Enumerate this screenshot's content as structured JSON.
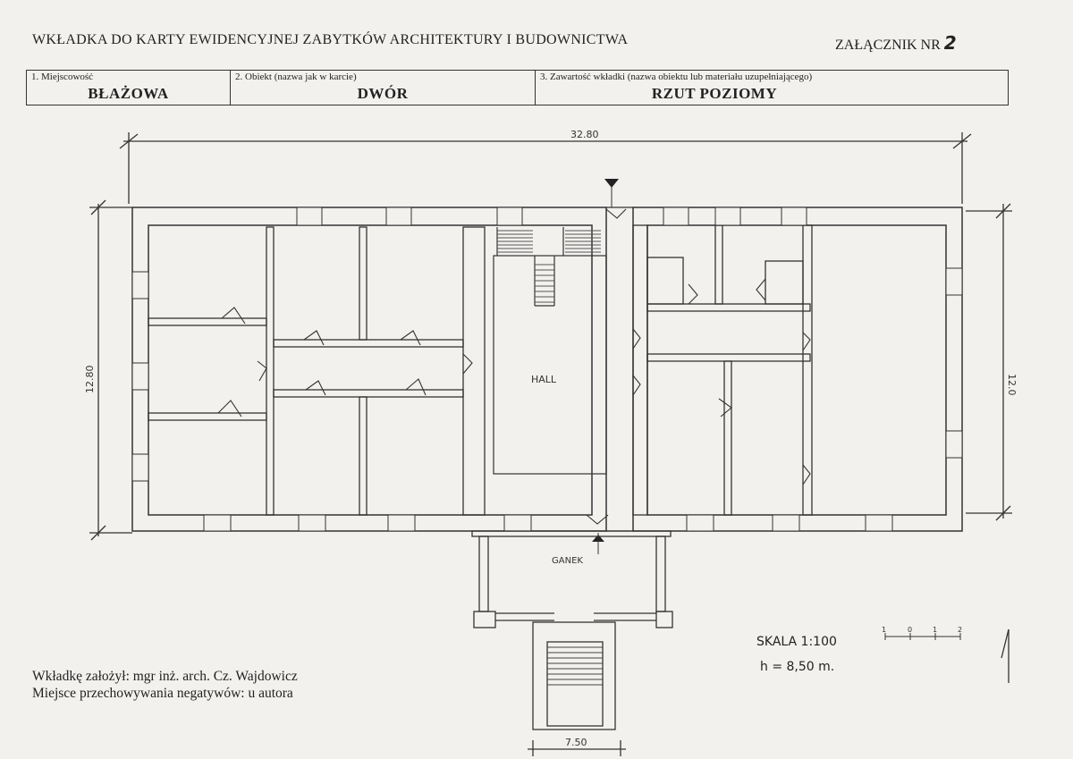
{
  "header": {
    "title": "WKŁADKA DO KARTY EWIDENCYJNEJ ZABYTKÓW ARCHITEKTURY I BUDOWNICTWA",
    "annex_label": "ZAŁĄCZNIK NR",
    "annex_number": "2"
  },
  "form": {
    "field1_label": "1. Miejscowość",
    "field1_value": "BŁAŻOWA",
    "field2_label": "2. Obiekt (nazwa jak w karcie)",
    "field2_value": "DWÓR",
    "field3_label": "3. Zawartość wkładki (nazwa obiektu lub materiału uzupełniającego)",
    "field3_value": "RZUT POZIOMY"
  },
  "drawing": {
    "dim_width": "32.80",
    "dim_depth_left": "12.80",
    "dim_depth_right": "12.0",
    "dim_porch": "7.50",
    "room_hall": "HALL",
    "room_porch": "GANEK",
    "scale_text": "SKALA  1:100",
    "scale_ticks": [
      "1",
      "0",
      "1",
      "2"
    ],
    "height_text": "h = 8,50 m."
  },
  "footer": {
    "author": "Wkładkę założył: mgr inż. arch. Cz. Wajdowicz",
    "negatives": "Miejsce przechowywania negatywów:  u autora"
  }
}
